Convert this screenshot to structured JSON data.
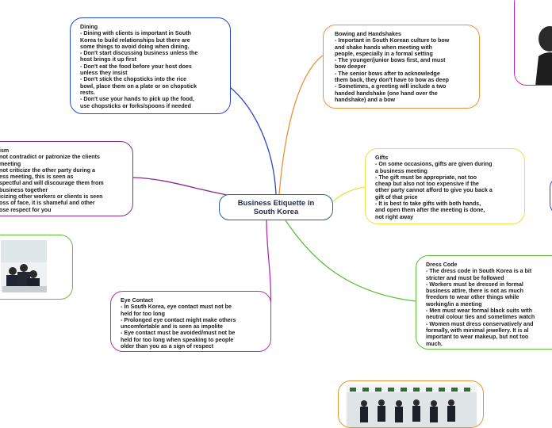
{
  "central": {
    "label": "Business Etiquette in\nSouth Korea"
  },
  "colors": {
    "dining": "#2a46c8",
    "bowing": "#e8923a",
    "criticism": "#8a2a8c",
    "gifts": "#e4e34a",
    "eye": "#b62fb3",
    "dress": "#5fbe3a",
    "photo_people": "#5fbe3a",
    "photo_team": "#e8923a",
    "photo_right": "#c21cc7"
  },
  "nodes": {
    "dining": {
      "title": "Dining",
      "lines": [
        "- Dining with clients is important in South",
        "Korea to build relationships but there are",
        "some things to avoid doing when dining.",
        "- Don't start discussing business unless the",
        "host brings it up first",
        "- Don't eat the food before your host does",
        "unless they insist",
        "- Don't stick the chopsticks into the rice",
        "bowl, place them on a plate or on chopstick",
        "rests.",
        "- Don't use your hands to pick up the food,",
        "use chopsticks or forks/spoons if needed"
      ]
    },
    "bowing": {
      "title": "Bowing and Handshakes",
      "lines": [
        "- Important in South Korean culture to bow",
        "and shake hands when meeting with",
        "people, especially in a formal setting",
        "- The younger/junior bows first, and must",
        "bow deeper",
        "- The senior bows after to acknowledge",
        "them back, they don't have to bow as deep",
        "- Sometimes, a greeting will include a two",
        "handed handshake (one hand over the",
        "handshake) and a bow"
      ]
    },
    "criticism": {
      "title": "ism",
      "lines": [
        "not contradict or patronize the clients",
        "meeting",
        "not criticize the other party during a",
        "ess meeting, this is seen as",
        "spectful and will discourage them from",
        " business together",
        "icizing other workers or clients is seen",
        "oss of face, it is shameful and other",
        "ose respect for you"
      ]
    },
    "gifts": {
      "title": "Gifts",
      "lines": [
        "- On some occasions, gifts are given during",
        "a business meeting",
        "- The gift must be appropriate, not too",
        "cheap but also not too expensive if the",
        "other party cannot afford to give you back a",
        "gift of that price",
        "- It is best to take gifts with both hands,",
        "and open them after the meeting is done,",
        "not right away"
      ]
    },
    "eye": {
      "title": "Eye Contact",
      "lines": [
        "- In South Korea, eye contact must not be",
        "held for too long",
        "- Prolonged eye contact might make others",
        "uncomfortable and is seen as impolite",
        "- Eye contact must be avoided/must not be",
        "held for too long when speaking to people",
        "older than you as a sign of respect"
      ]
    },
    "dress": {
      "title": "Dress Code",
      "lines": [
        "- The dress code in South Korea is a bit",
        "stricter and must be followed",
        "- Workers must be dressed in formal",
        "business attire, there is not as much",
        "freedom to wear other things while",
        "working/in a meeting",
        "- Men must wear formal black suits with",
        "neutral colour ties and sometimes watch",
        "- Women must dress conservatively and",
        "formally, with minimal jewellery. It is al",
        "important to wear makeup, but not too",
        "much."
      ]
    }
  }
}
